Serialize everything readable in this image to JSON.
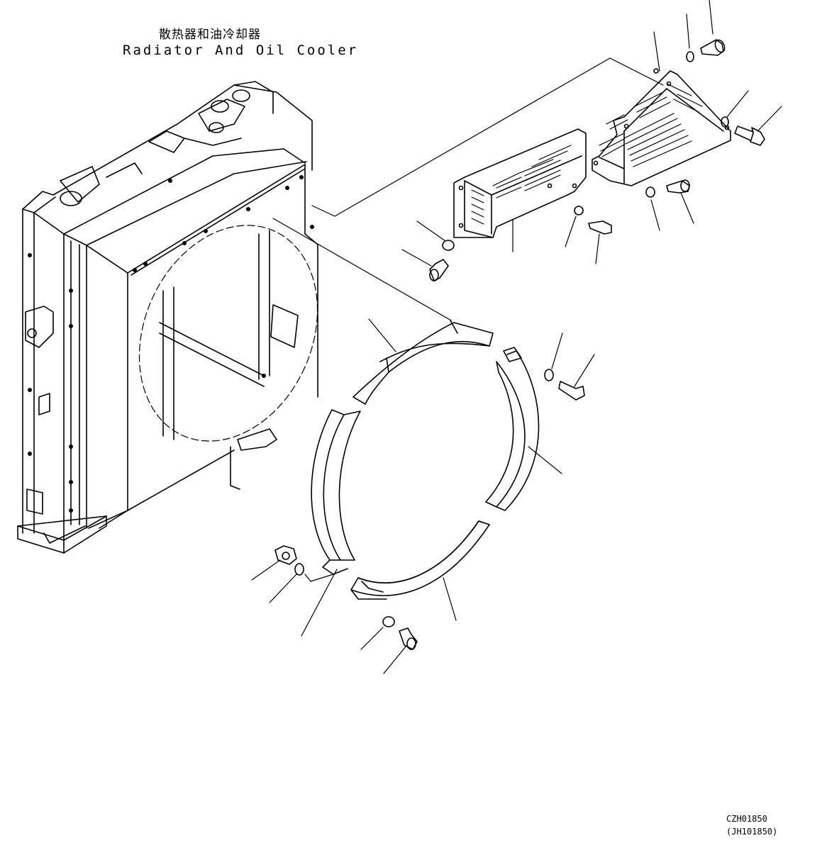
{
  "title": {
    "chinese": "散热器和油冷却器",
    "english": "Radiator And Oil Cooler"
  },
  "drawing_codes": {
    "primary": "CZH01850",
    "secondary": "(JH101850)"
  }
}
